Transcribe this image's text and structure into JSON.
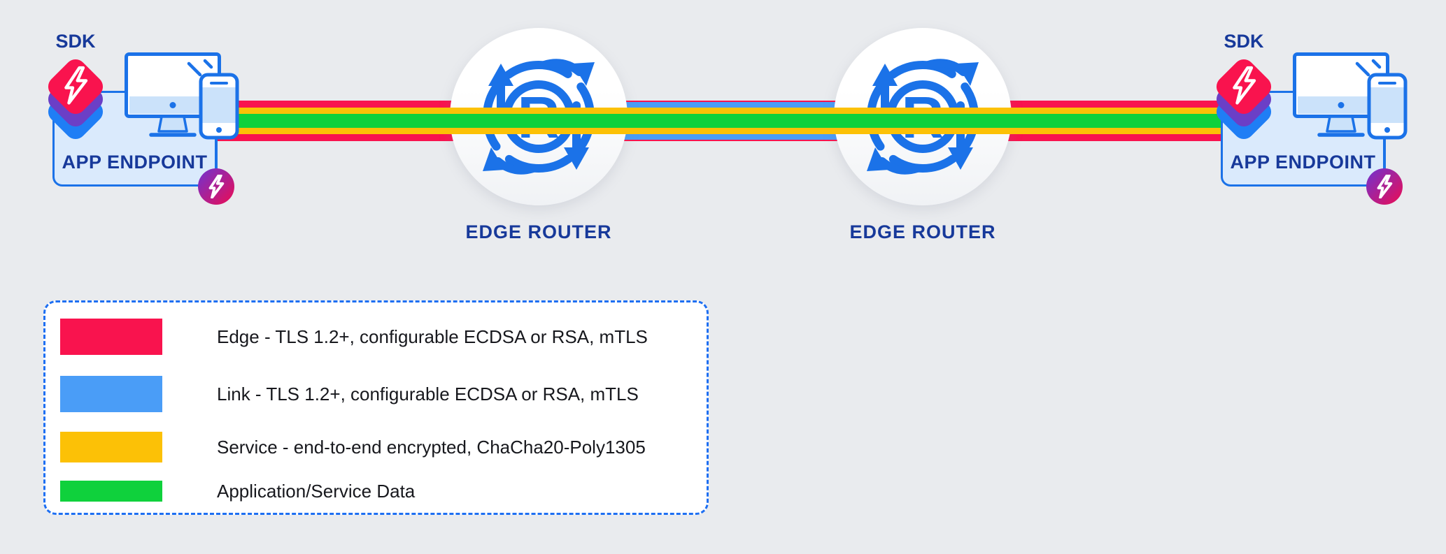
{
  "colors": {
    "bg": "#E9EBEE",
    "edge": "#F9134E",
    "link": "#4A9DF7",
    "service": "#FCC106",
    "appdata": "#0FD13C",
    "iconblue": "#1B72E8",
    "navy": "#17399A",
    "boxfill": "#DAEAFC",
    "lightfill": "#CBE2FA",
    "stackpurple": "#6B3FC6",
    "stackblue": "#1F7EF5",
    "badgepurple": "#7B2FC5",
    "badgecrimson": "#E0105F",
    "panelborder": "#1E6FF2",
    "legendtext": "#17181D",
    "circletop": "#FFFFFF",
    "circlebottom": "#F0F2F5"
  },
  "endpoints": {
    "sdk_label": "SDK",
    "box_label": "APP ENDPOINT"
  },
  "routers": {
    "label": "EDGE ROUTER",
    "letter": "R"
  },
  "legend": {
    "items": [
      {
        "key": "edge",
        "color": "#F9134E",
        "label": "Edge - TLS 1.2+, configurable ECDSA or RSA, mTLS"
      },
      {
        "key": "link",
        "color": "#4A9DF7",
        "label": "Link - TLS 1.2+, configurable ECDSA or RSA, mTLS"
      },
      {
        "key": "service",
        "color": "#FCC106",
        "label": "Service - end-to-end encrypted, ChaCha20-Poly1305"
      },
      {
        "key": "appdata",
        "color": "#0FD13C",
        "label": "Application/Service Data"
      }
    ]
  }
}
